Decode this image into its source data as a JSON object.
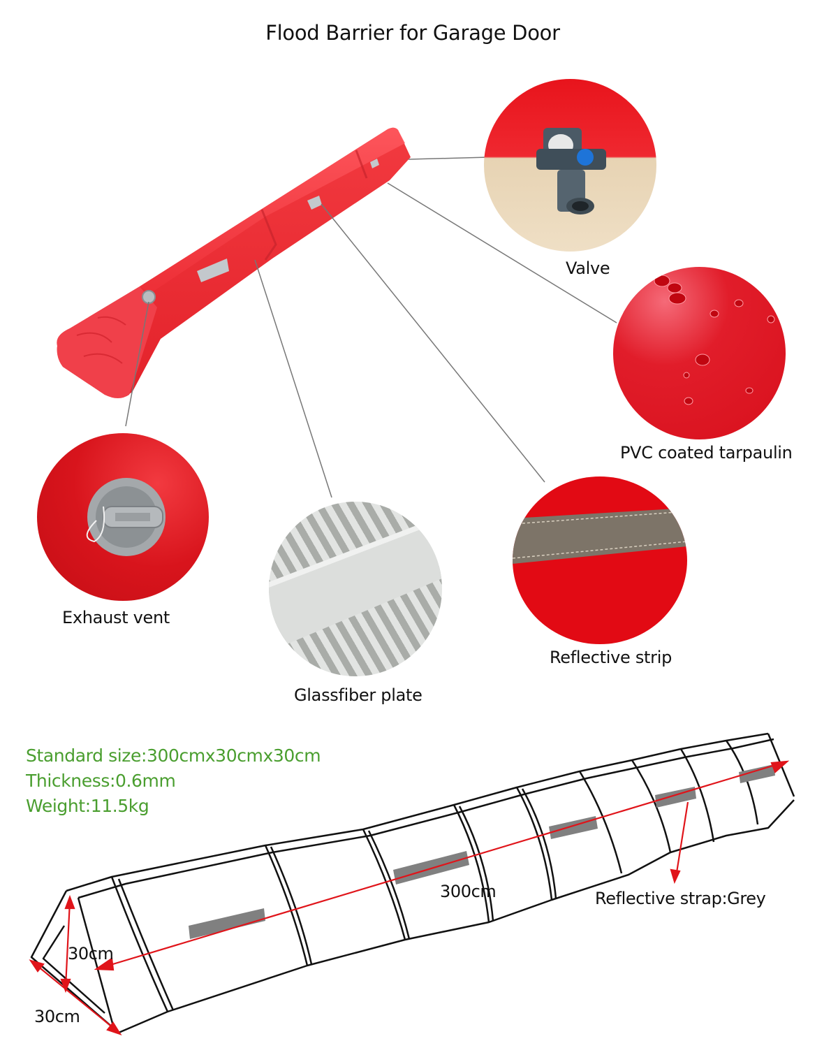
{
  "title": "Flood Barrier for Garage Door",
  "callouts": [
    {
      "id": "valve",
      "label": "Valve",
      "icon": "valve-photo"
    },
    {
      "id": "tarpaulin",
      "label": "PVC coated tarpaulin",
      "icon": "tarpaulin-photo"
    },
    {
      "id": "exhaust",
      "label": "Exhaust vent",
      "icon": "exhaust-vent-photo"
    },
    {
      "id": "glassfiber",
      "label": "Glassfiber plate",
      "icon": "glassfiber-photo"
    },
    {
      "id": "reflective",
      "label": "Reflective strip",
      "icon": "reflective-strip-photo"
    }
  ],
  "specs": {
    "size": "Standard size:300cmx30cmx30cm",
    "thickness": "Thickness:0.6mm",
    "weight": "Weight:11.5kg",
    "color": "#4a9e2f"
  },
  "drawing": {
    "length_label": "300cm",
    "height_label": "30cm",
    "base_label": "30cm",
    "strap_label": "Reflective strap:Grey",
    "arrow_color": "#e0141a",
    "strap_color": "#808080"
  },
  "colors": {
    "barrier_red": "#f0333a",
    "tarp_red": "#e10a14",
    "leader_line": "#777777"
  }
}
